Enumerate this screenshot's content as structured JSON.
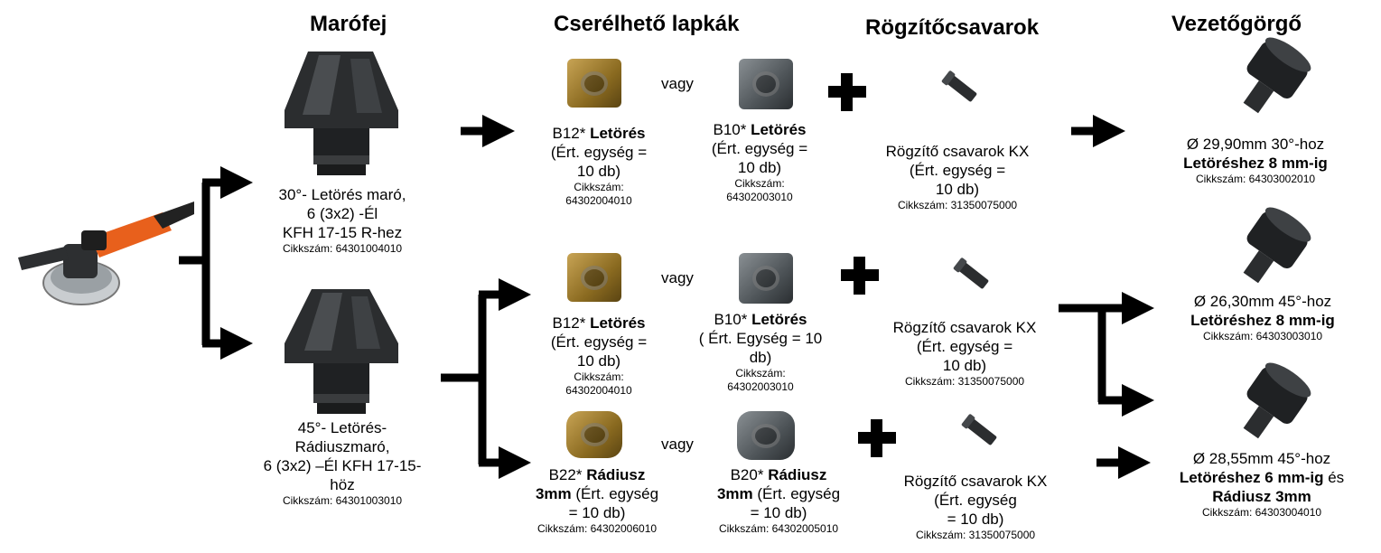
{
  "headers": {
    "marofej": "Marófej",
    "lapkak": "Cserélhető lapkák",
    "csavarok": "Rögzítőcsavarok",
    "gorgo": "Vezetőgörgő"
  },
  "heads": {
    "h30": {
      "line1": "30°- Letörés maró,",
      "line2": "6 (3x2) -Él",
      "line3": "KFH 17-15 R-hez",
      "sku": "Cikkszám: 64301004010"
    },
    "h45": {
      "line1": "45°- Letörés-",
      "line2": "Rádiuszmaró,",
      "line3": "6 (3x2) –Él KFH 17-15-",
      "line4": "höz",
      "sku": "Cikkszám: 64301003010"
    }
  },
  "inserts": {
    "r1a": {
      "name": "B12*",
      "bold": "Letörés",
      "l2": "(Ért. egység =",
      "l3": "10 db)",
      "sku1": "Cikkszám:",
      "sku2": "64302004010"
    },
    "r1b": {
      "name": "B10*",
      "bold": "Letörés",
      "l2": "(Ért. egység =",
      "l3": "10 db)",
      "sku1": "Cikkszám:",
      "sku2": "64302003010"
    },
    "r2a": {
      "name": "B12*",
      "bold": "Letörés",
      "l2": "(Ért. egység =",
      "l3": "10 db)",
      "sku1": "Cikkszám:",
      "sku2": "64302004010"
    },
    "r2b": {
      "name": "B10*",
      "bold": "Letörés",
      "l2": "( Ért. Egység = 10",
      "l3": "db)",
      "sku1": "Cikkszám:",
      "sku2": "64302003010"
    },
    "r3a": {
      "name": "B22*",
      "bold": "Rádiusz",
      "bold2": "3mm",
      "l2": " (Ért. egység",
      "l3": "= 10 db)",
      "sku": "Cikkszám: 64302006010"
    },
    "r3b": {
      "name": "B20*",
      "bold": "Rádiusz",
      "bold2": "3mm",
      "l2": " (Ért. egység",
      "l3": "=  10 db)",
      "sku": "Cikkszám: 64302005010"
    }
  },
  "vagy": "vagy",
  "screws": {
    "s1": {
      "l1": "Rögzítő csavarok KX",
      "l2": "(Ért. egység =",
      "l3": "10 db)",
      "sku": "Cikkszám: 31350075000"
    },
    "s2": {
      "l1": "Rögzítő csavarok KX",
      "l2": "(Ért. egység =",
      "l3": "10 db)",
      "sku": "Cikkszám: 31350075000"
    },
    "s3": {
      "l1": "Rögzítő csavarok KX",
      "l2": "(Ért. egység",
      "l3": "= 10 db)",
      "sku": "Cikkszám: 31350075000"
    }
  },
  "rollers": {
    "g1": {
      "l1": "Ø 29,90mm 30°-hoz",
      "l2": "Letöréshez 8 mm-ig",
      "sku": "Cikkszám: 64303002010"
    },
    "g2": {
      "l1": "Ø 26,30mm 45°-hoz",
      "l2": "Letöréshez 8 mm-ig",
      "sku": "Cikkszám: 64303003010"
    },
    "g3": {
      "l1": "Ø 28,55mm 45°-hoz",
      "l2": "Letöréshez 6 mm-ig",
      "l2b": " és",
      "l3": "Rádiusz 3mm",
      "sku": "Cikkszám: 64303004010"
    }
  },
  "colors": {
    "arrow": "#000000",
    "tool_orange": "#e8601c",
    "gold": "#b08a35",
    "steel": "#4d5357"
  }
}
